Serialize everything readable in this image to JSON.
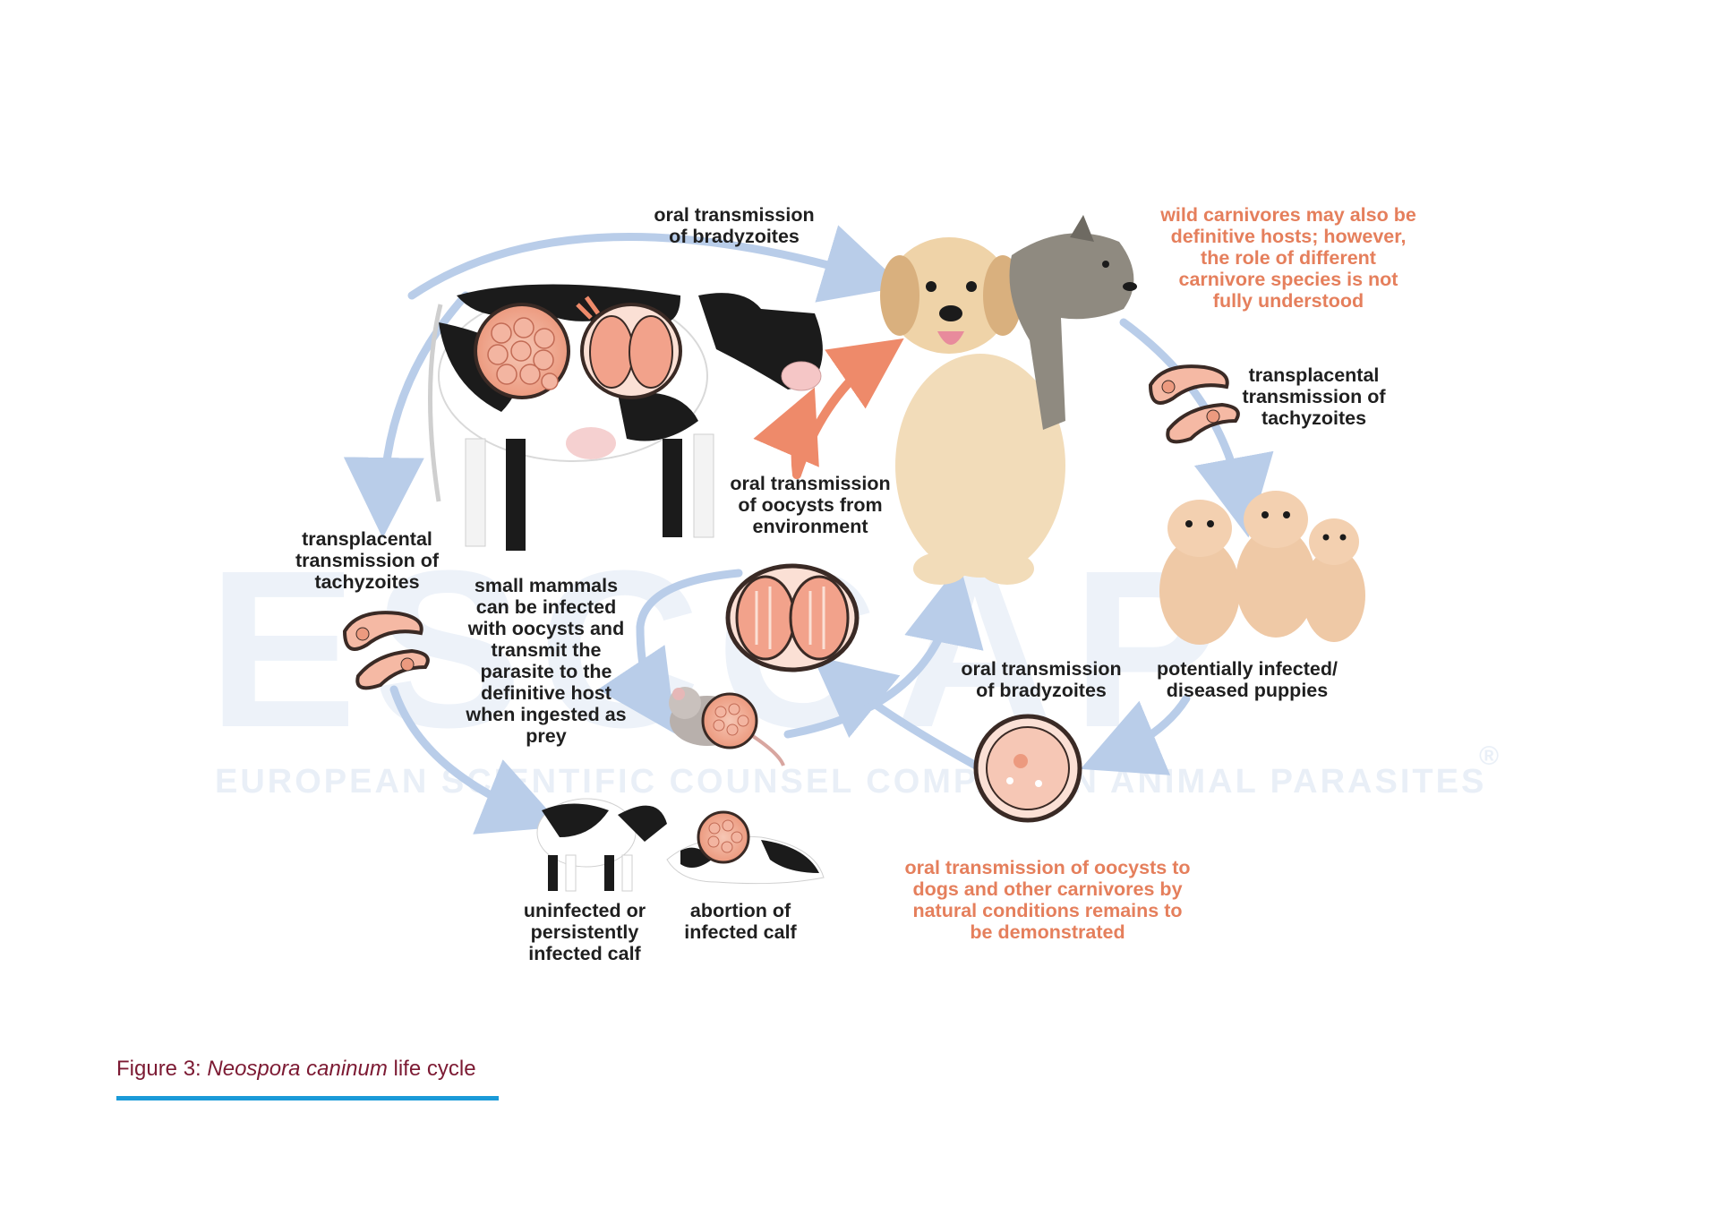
{
  "watermark": {
    "logo": "ESCCAP",
    "subtitle": "EUROPEAN SCIENTIFIC COUNSEL COMPANION ANIMAL PARASITES",
    "registered": "®"
  },
  "labels": {
    "oral_bradyzoites_top": "oral transmission of bradyzoites",
    "wild_carnivores": "wild carnivores may also be definitive hosts; however, the role of different carnivore species is not fully understood",
    "transplacental_right": "transplacental transmission of tachyzoites",
    "oral_oocysts_env": "oral transmission of oocysts from environment",
    "transplacental_left": "transplacental transmission of tachyzoites",
    "small_mammals": "small mammals can be infected with oocysts and transmit the parasite to the definitive host when ingested as prey",
    "oral_bradyzoites_mid": "oral transmission of bradyzoites",
    "puppies": "potentially infected/ diseased puppies",
    "uninfected_calf": "uninfected or persistently infected calf",
    "abortion_calf": "abortion of infected calf",
    "oocysts_dogs": "oral transmission of oocysts to dogs and other carnivores by natural conditions remains to be demonstrated"
  },
  "caption": {
    "prefix": "Figure 3: ",
    "species": "Neospora caninum",
    "suffix": " life cycle"
  },
  "colors": {
    "black_text": "#1f1f1f",
    "orange_text": "#e57f5c",
    "blue_arrow": "#b9cde9",
    "orange_arrow": "#ee8a6a",
    "caption_text": "#7c1a33",
    "caption_rule": "#1a9ad8"
  }
}
